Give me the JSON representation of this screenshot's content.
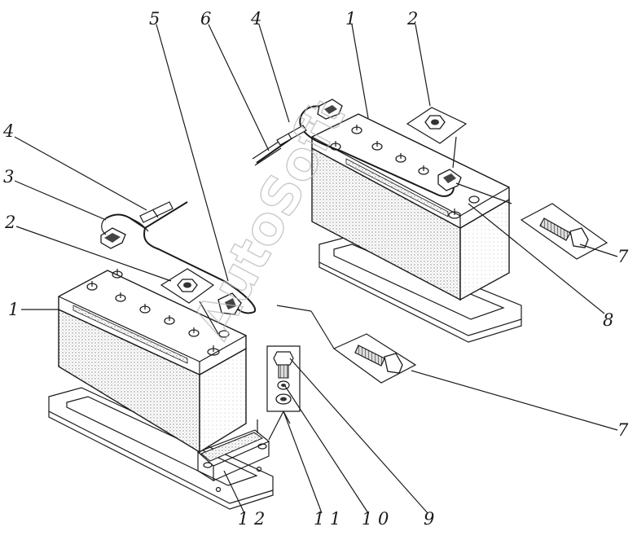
{
  "watermark": "AutoSoft",
  "callouts": [
    {
      "id": "c5",
      "text": "5"
    },
    {
      "id": "c6",
      "text": "6"
    },
    {
      "id": "c4a",
      "text": "4"
    },
    {
      "id": "c1a",
      "text": "1"
    },
    {
      "id": "c2a",
      "text": "2"
    },
    {
      "id": "c4b",
      "text": "4"
    },
    {
      "id": "c3",
      "text": "3"
    },
    {
      "id": "c2b",
      "text": "2"
    },
    {
      "id": "c1b",
      "text": "1"
    },
    {
      "id": "c7a",
      "text": "7"
    },
    {
      "id": "c8",
      "text": "8"
    },
    {
      "id": "c7b",
      "text": "7"
    },
    {
      "id": "c12",
      "text": "1 2"
    },
    {
      "id": "c11",
      "text": "1 1"
    },
    {
      "id": "c10",
      "text": "1 0"
    },
    {
      "id": "c9",
      "text": "9"
    }
  ]
}
